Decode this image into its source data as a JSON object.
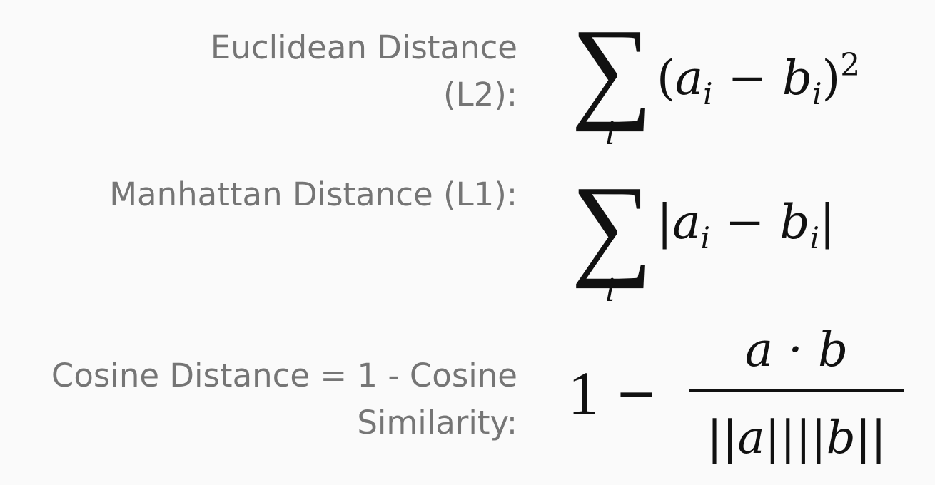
{
  "formulas": {
    "euclidean": {
      "label_line1": "Euclidean Distance",
      "label_line2": "(L2):",
      "sum_symbol": "∑",
      "sum_index": "i",
      "expr_open": "(",
      "expr_a": "a",
      "expr_sub_a": "i",
      "expr_minus": " − ",
      "expr_b": "b",
      "expr_sub_b": "i",
      "expr_close": ")",
      "expr_power": "2"
    },
    "manhattan": {
      "label": "Manhattan Distance (L1):",
      "sum_symbol": "∑",
      "sum_index": "i",
      "expr_open": "|",
      "expr_a": "a",
      "expr_sub_a": "i",
      "expr_minus": " − ",
      "expr_b": "b",
      "expr_sub_b": "i",
      "expr_close": "|"
    },
    "cosine": {
      "label_line1": "Cosine Distance = 1 - Cosine",
      "label_line2": "Similarity:",
      "one": "1",
      "minus": "−",
      "numerator": "a · b",
      "denominator": "||a||||b||"
    }
  }
}
